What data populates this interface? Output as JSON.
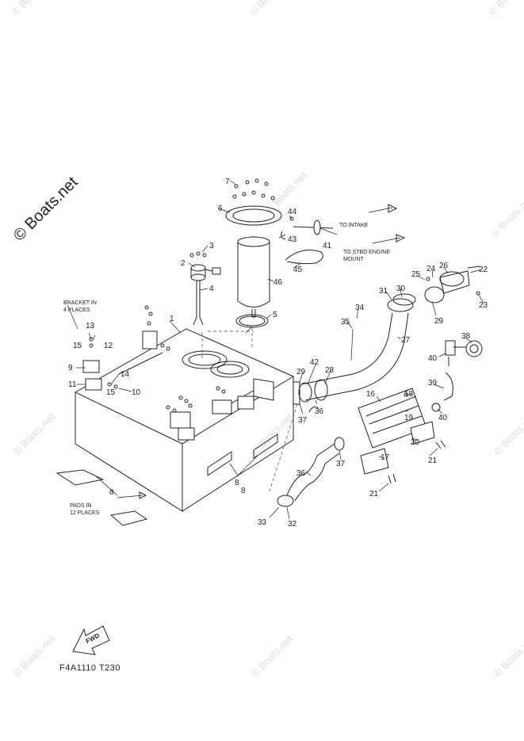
{
  "watermarks": {
    "brand": "© Boats.net",
    "small": "© Boats.net"
  },
  "notes": {
    "to_intake": "TO INTAKE",
    "to_stbd_1": "TO STBD  ENGINE",
    "to_stbd_2": "MOUNT",
    "bracket_1": "BRACKET IN",
    "bracket_2": "4 PLACES",
    "pads_1": "PADS IN",
    "pads_2": "12 PLACES",
    "fwd": "FWD"
  },
  "figure_code": "F4A1110 T230",
  "callouts": [
    "1",
    "2",
    "3",
    "4",
    "5",
    "6",
    "7",
    "8",
    "8",
    "8",
    "9",
    "10",
    "11",
    "12",
    "13",
    "14",
    "15",
    "15",
    "16",
    "17",
    "18",
    "19",
    "20",
    "21",
    "21",
    "22",
    "23",
    "24",
    "25",
    "26",
    "27",
    "28",
    "29",
    "29",
    "30",
    "31",
    "32",
    "33",
    "34",
    "35",
    "36",
    "36",
    "37",
    "37",
    "38",
    "39",
    "40",
    "40",
    "41",
    "42",
    "43",
    "44",
    "45",
    "46"
  ]
}
